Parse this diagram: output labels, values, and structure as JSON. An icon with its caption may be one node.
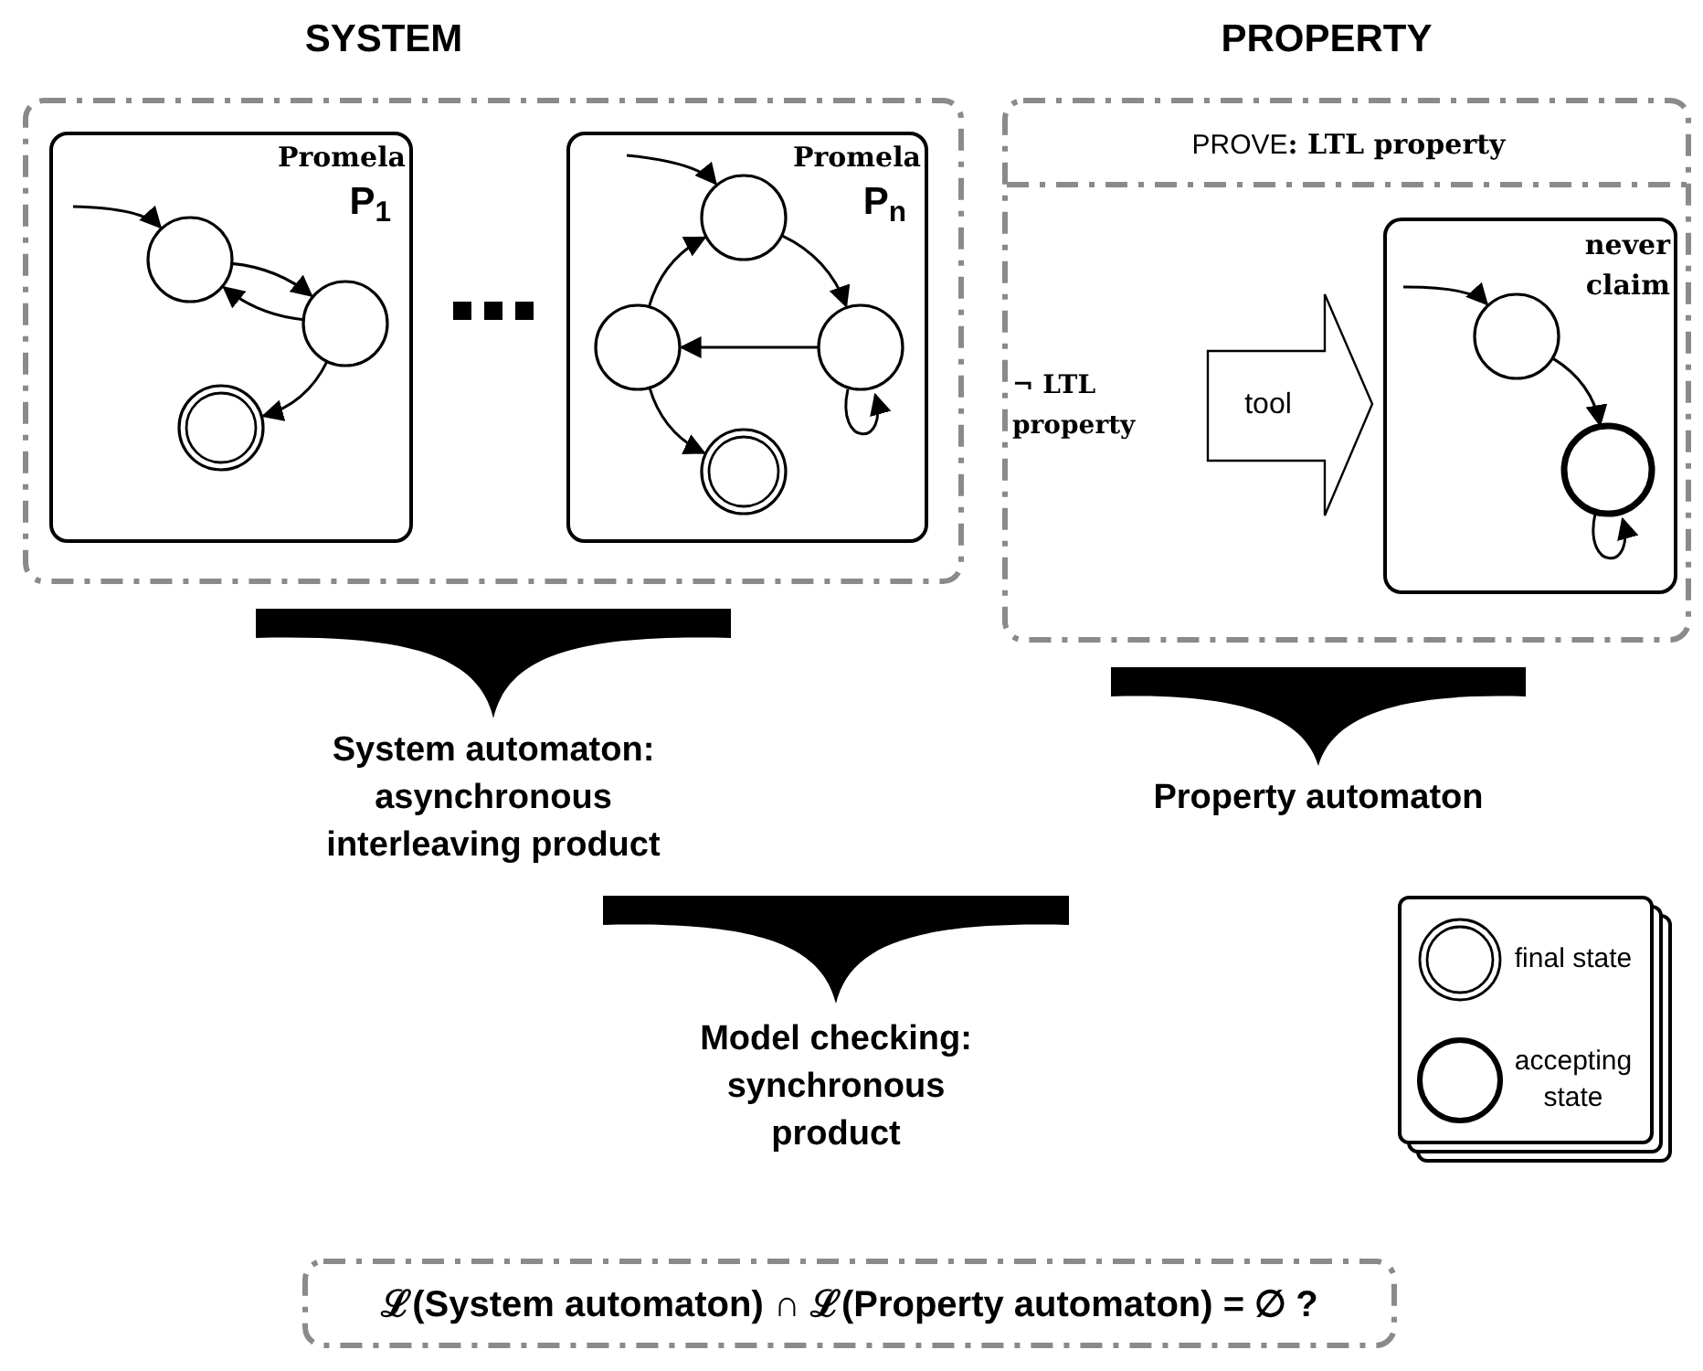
{
  "diagram": {
    "nodes": [
      {
        "text": [
          "SYSTEM"
        ]
      },
      {
        "text": [
          "Promela",
          "P$_{1}$"
        ],
        "in": 0
      },
      {
        "text": [],
        "shape": "circle",
        "in": 1
      },
      {
        "text": [],
        "shape": "circle",
        "in": 1
      },
      {
        "text": [],
        "shape": "circle",
        "in": 1
      },
      {
        "text": [
          "Promela",
          "P$_{n}$"
        ],
        "in": 0
      },
      {
        "text": [],
        "shape": "circle",
        "in": 5
      },
      {
        "text": [],
        "shape": "circle",
        "in": 5
      },
      {
        "text": [],
        "shape": "circle",
        "in": 5
      },
      {
        "text": [],
        "shape": "circle",
        "in": 5
      },
      {
        "text": [
          "PROPERTY",
          "PROVE**: LTL property**"
        ]
      },
      {
        "text": [
          "¬ LTL property"
        ],
        "in": 10
      },
      {
        "text": [
          "tool"
        ],
        "in": 10
      },
      {
        "text": [
          "never claim"
        ],
        "in": 10
      },
      {
        "text": [],
        "shape": "circle",
        "in": 13
      },
      {
        "text": [],
        "shape": "circle",
        "in": 13
      },
      {
        "text": [
          "ℒ(System automaton) ∩ ℒ(Property automaton) = ∅ ?"
        ]
      },
      {
        "text": [],
        "shape": "brace",
        "beside": [
          "System automaton: asynchronous interleaving product"
        ]
      },
      {
        "text": [],
        "shape": "brace",
        "beside": [
          "Property automaton"
        ]
      },
      {
        "text": [],
        "shape": "brace",
        "beside": [
          "Model checking: synchronous product"
        ]
      }
    ],
    "edges": [
      {
        "from": null,
        "to": 2,
        "arrow": "to"
      },
      {
        "from": 2,
        "to": 3,
        "arrow": "to"
      },
      {
        "from": 3,
        "to": 2,
        "arrow": "to"
      },
      {
        "from": 3,
        "to": 4,
        "arrow": "to"
      },
      {
        "from": null,
        "to": 6,
        "arrow": "to"
      },
      {
        "from": 6,
        "to": 8,
        "arrow": "to"
      },
      {
        "from": 8,
        "to": 7,
        "arrow": "to"
      },
      {
        "from": 7,
        "to": 6,
        "arrow": "to"
      },
      {
        "from": 7,
        "to": 9,
        "arrow": "to"
      },
      {
        "from": 8,
        "to": 8,
        "arrow": "to"
      },
      {
        "from": null,
        "to": 14,
        "arrow": "to"
      },
      {
        "from": 14,
        "to": 15,
        "arrow": "to"
      },
      {
        "from": 15,
        "to": 15,
        "arrow": "to"
      }
    ],
    "legend": [
      {
        "text": "final state"
      },
      {
        "text": "accepting state"
      }
    ]
  }
}
